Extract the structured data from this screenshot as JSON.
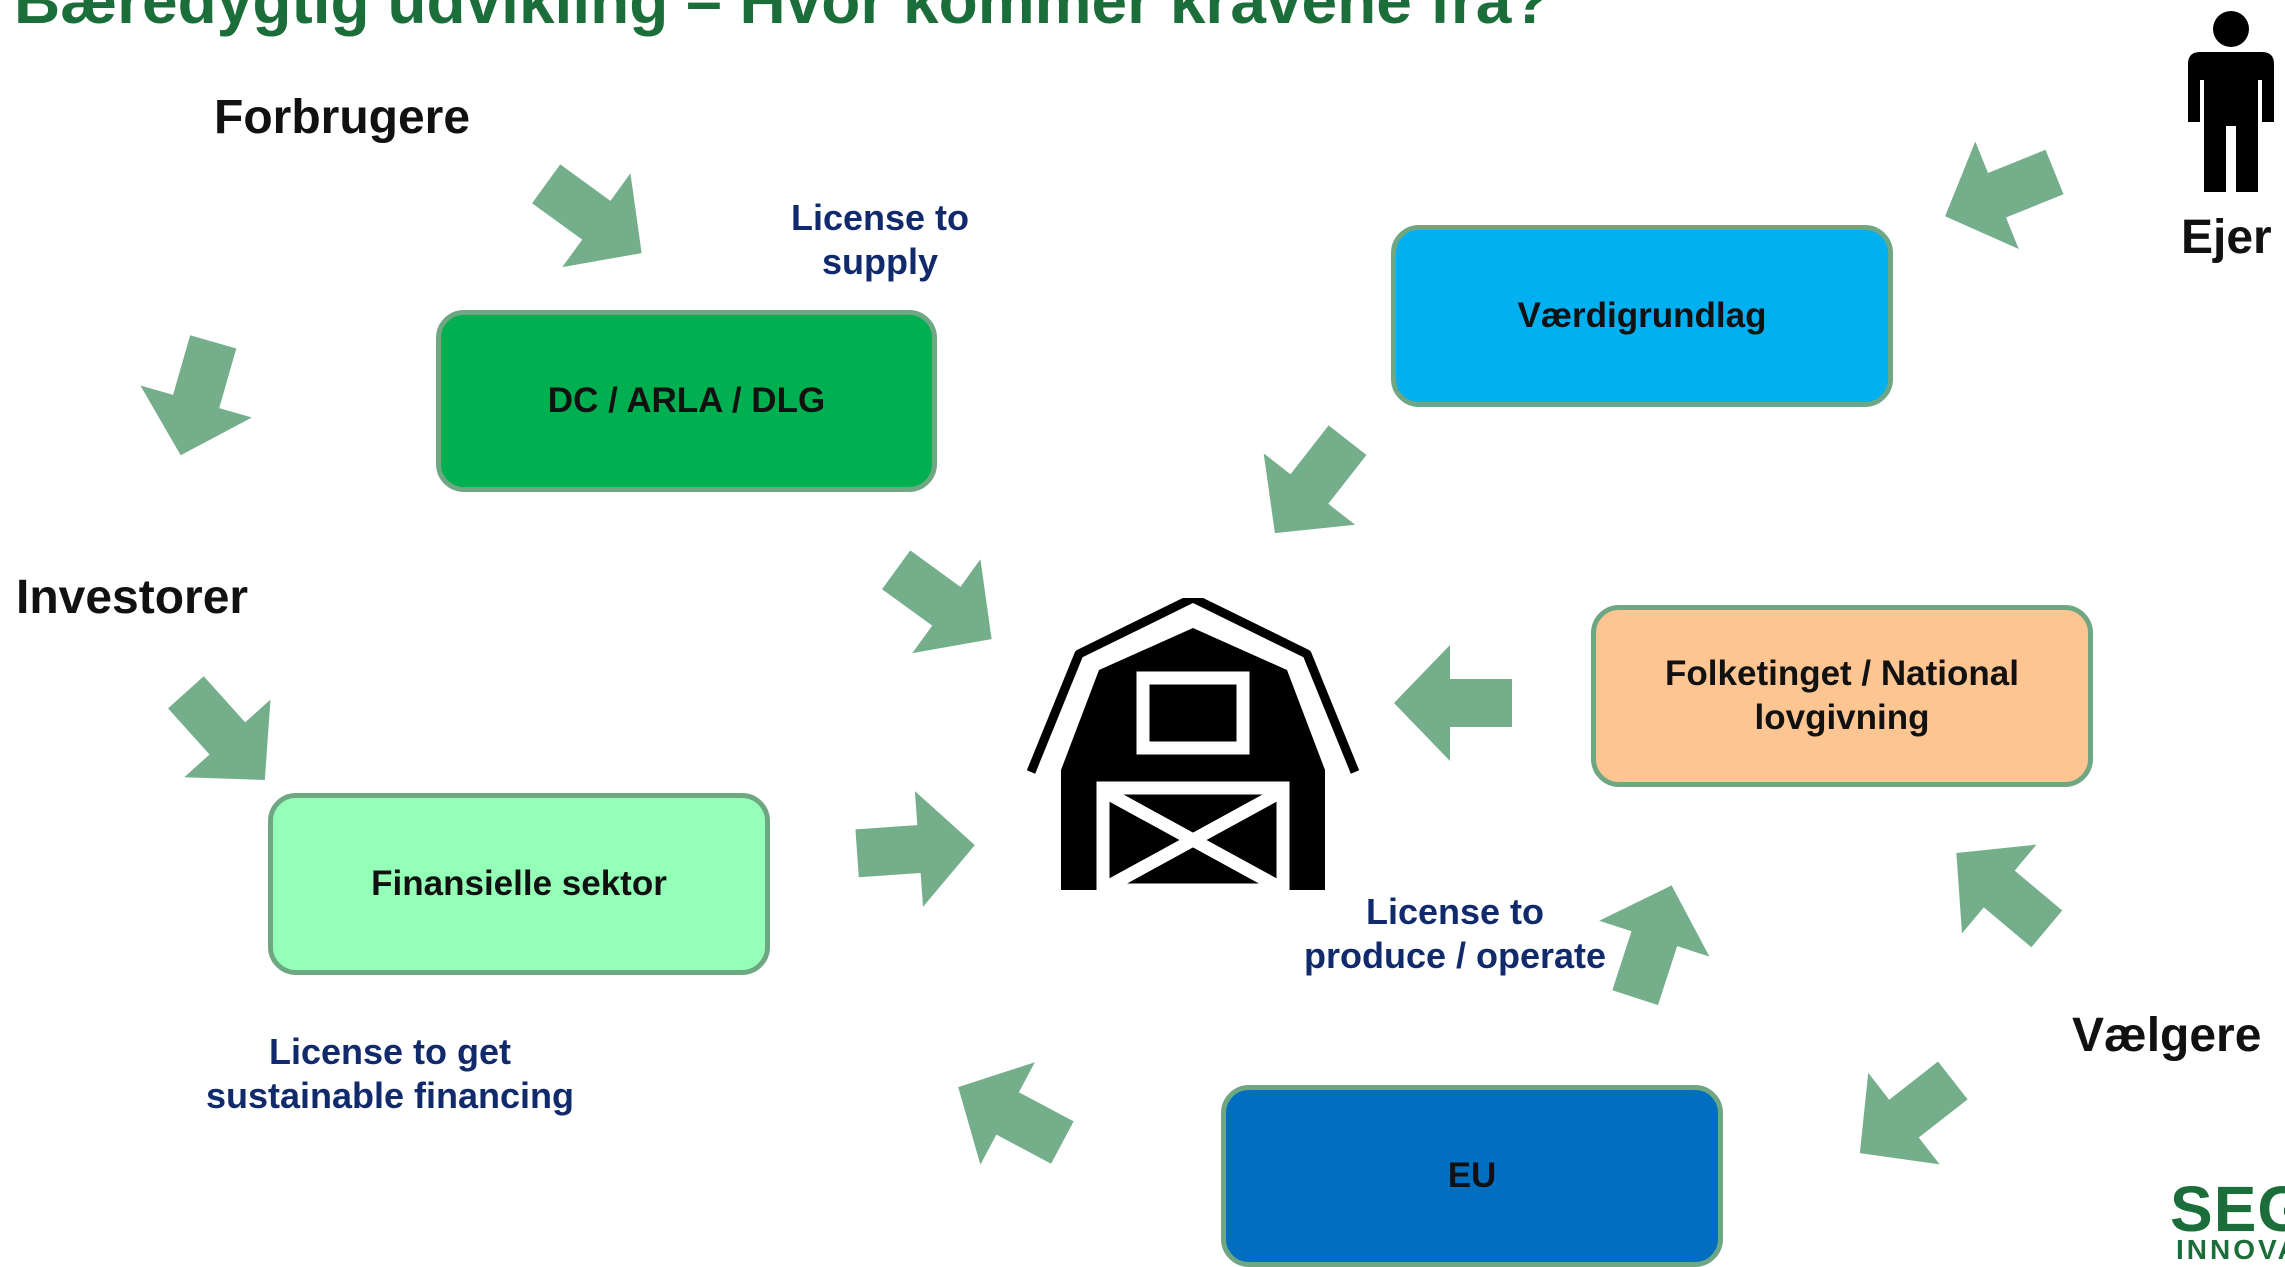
{
  "title": "Bæredygtig udvikling – Hvor kommer kravene fra?",
  "colors": {
    "title": "#1b6e3a",
    "arrow": "#74ae8a",
    "box_border": "#6fa783",
    "license_text": "#102a6b"
  },
  "actors": {
    "consumers": "Forbrugere",
    "investors": "Investorer",
    "owner": "Ejer",
    "voters": "Vælgere"
  },
  "boxes": {
    "dc_arla_dlg": {
      "label": "DC / ARLA / DLG",
      "color": "#00af4f"
    },
    "vaerdigrundlag": {
      "label": "Værdigrundlag",
      "color": "#00b0f0"
    },
    "folketinget": {
      "label": "Folketinget / National lovgivning",
      "color": "#fdc591"
    },
    "finansielle": {
      "label": "Finansielle sektor",
      "color": "#94ffb6"
    },
    "eu": {
      "label": "EU",
      "color": "#006fc0"
    }
  },
  "licenses": {
    "supply": "License to supply",
    "produce": "License to produce / operate",
    "financing": "License to get sustainable financing"
  },
  "icons": {
    "center": "barn-icon",
    "owner": "person-icon"
  },
  "logo": {
    "main": "SEG",
    "sub": "INNOVA"
  }
}
